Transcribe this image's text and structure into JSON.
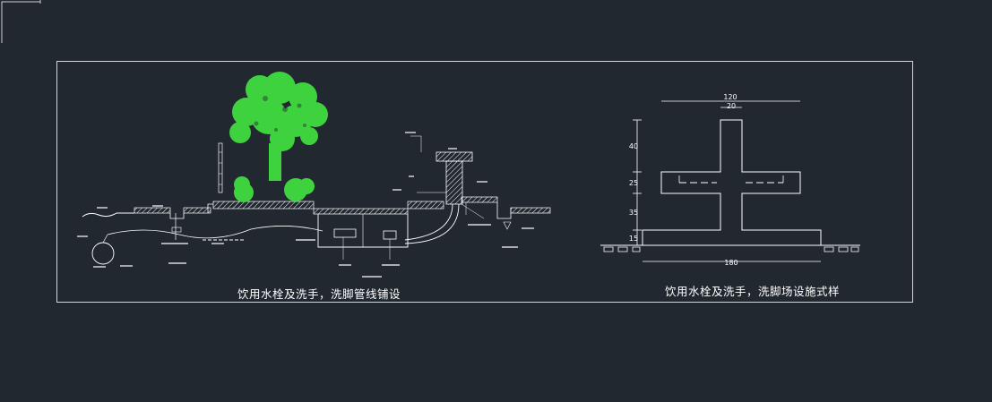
{
  "colors": {
    "background": "#212830",
    "line": "#ffffff",
    "foliage": "#3fd23f",
    "frame": "#d6d6d6"
  },
  "left_drawing": {
    "caption": "饮用水栓及洗手，洗脚管线铺设"
  },
  "right_drawing": {
    "caption": "饮用水栓及洗手，洗脚场设施式样",
    "dimensions": {
      "top_width": "120",
      "stem_width": "20",
      "base_width": "180",
      "h1": "40",
      "h2": "25",
      "h3": "35",
      "h4": "15"
    }
  }
}
